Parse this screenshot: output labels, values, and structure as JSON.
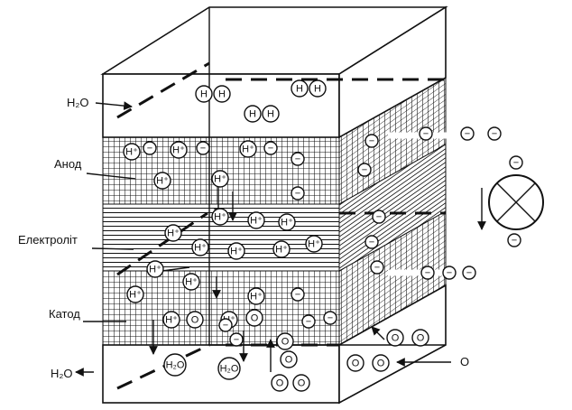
{
  "labels": {
    "h2o_in": "H₂O",
    "anode": "Анод",
    "electrolyte": "Електроліт",
    "cathode": "Катод",
    "h2o_out": "H₂O",
    "oxygen_in": "O"
  },
  "particles": {
    "hydrogen": "H",
    "proton": "H⁺",
    "electron": "−",
    "oxygen": "O",
    "water": "H₂O"
  },
  "device": {
    "load": "lamp-load"
  }
}
